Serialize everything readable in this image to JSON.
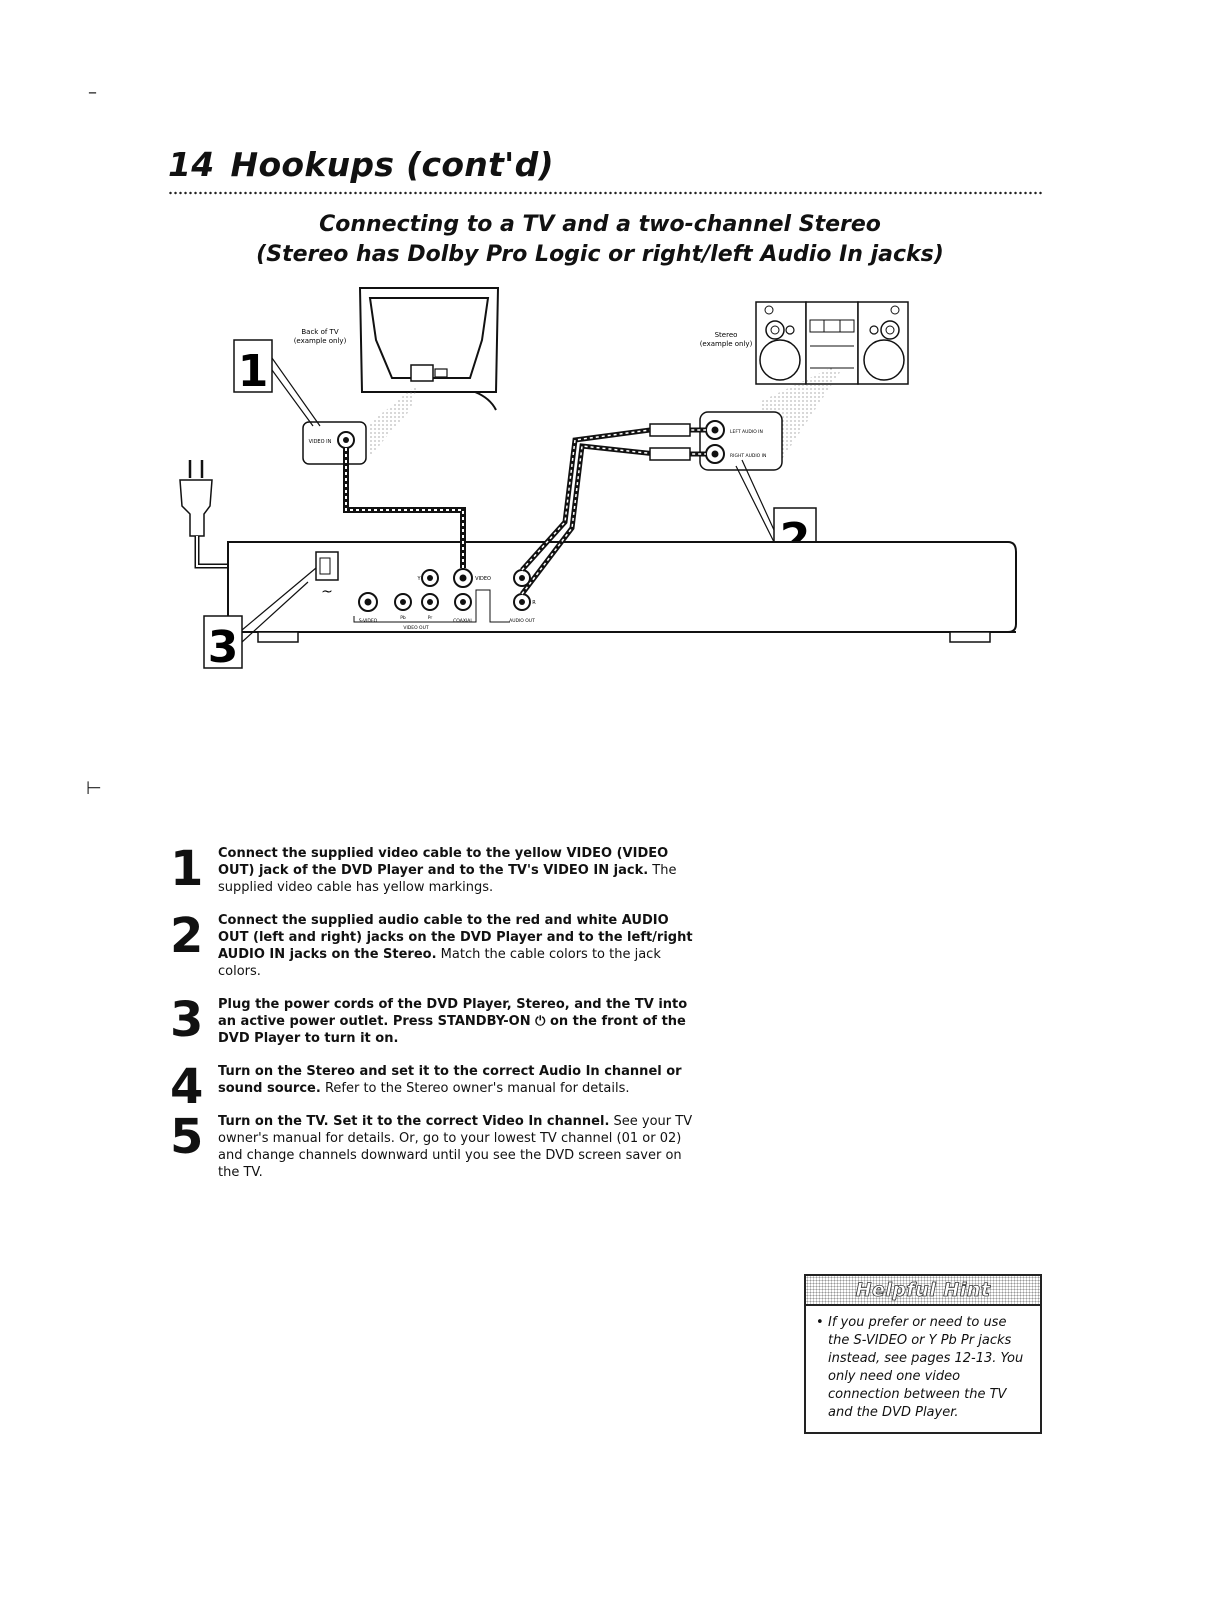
{
  "header": {
    "page_number": "14",
    "title": "Hookups (cont'd)"
  },
  "subtitle": {
    "line1": "Connecting to a TV and a two-channel Stereo",
    "line2": "(Stereo has Dolby Pro Logic or right/left Audio In jacks)"
  },
  "diagram": {
    "tv_label_1": "Back of TV",
    "tv_label_2": "(example only)",
    "stereo_label_1": "Stereo",
    "stereo_label_2": "(example only)",
    "video_in_label": "VIDEO IN",
    "left_audio_in_label": "LEFT AUDIO IN",
    "right_audio_in_label": "RIGHT AUDIO IN",
    "callout_1": "1",
    "callout_2": "2",
    "callout_3": "3",
    "jack_y": "Y",
    "jack_video": "VIDEO",
    "jack_l": "L",
    "jack_r": "R",
    "jack_pb": "Pb",
    "jack_pr": "Pr",
    "label_svideo": "S-VIDEO",
    "label_video_out": "VIDEO OUT",
    "label_coaxial": "COAXIAL",
    "label_audio_out": "AUDIO OUT",
    "power_symbol": "~"
  },
  "steps": [
    {
      "number": "1",
      "bold": "Connect the supplied video cable to the yellow VIDEO (VIDEO OUT) jack of the DVD Player and to the TV's VIDEO IN jack.",
      "normal": " The supplied video cable has yellow markings."
    },
    {
      "number": "2",
      "bold": "Connect the supplied audio cable to the red and white AUDIO OUT (left and right) jacks on the DVD Player and to the left/right AUDIO IN jacks on the Stereo.",
      "normal": " Match the cable colors to the jack colors."
    },
    {
      "number": "3",
      "bold": "Plug the power cords of the DVD Player, Stereo, and the TV into an active power outlet. Press STANDBY-ON ⏻ on the front of the DVD Player to turn it on.",
      "normal": ""
    },
    {
      "number": "4",
      "bold": "Turn on the Stereo and set it to the correct Audio In channel or sound source.",
      "normal": " Refer to the Stereo owner's manual for details."
    },
    {
      "number": "5",
      "bold": "Turn on the TV. Set it to the correct Video In channel.",
      "normal": " See your TV owner's manual for details. Or, go to your lowest TV channel (01 or 02) and change channels downward until you see the DVD screen saver on the TV."
    }
  ],
  "hint": {
    "title": "Helpful Hint",
    "bullet": "•",
    "text": "If you prefer or need to use the S-VIDEO or Y Pb Pr jacks instead, see pages 12-13. You only need one video connection between the TV and the DVD Player."
  },
  "margin_marks": {
    "top": "–",
    "middle": "⊢"
  }
}
